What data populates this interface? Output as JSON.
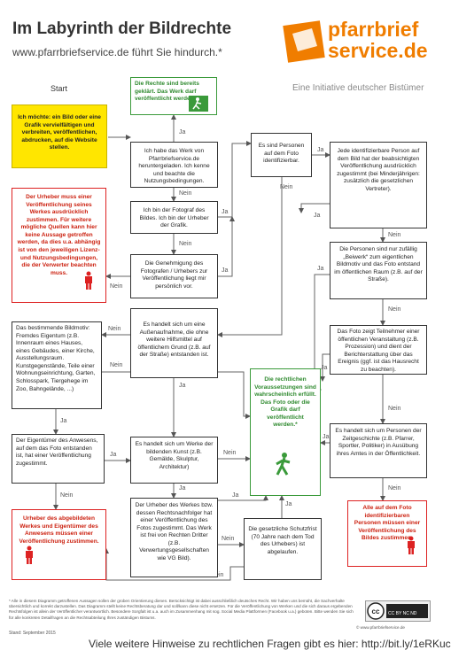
{
  "header": {
    "title": "Im Labyrinth der Bildrechte",
    "subtitle": "www.pfarrbriefservice.de führt Sie hindurch.*"
  },
  "logo": {
    "line1": "pfarrbrief",
    "line2": "service.de",
    "tagline": "Eine Initiative deutscher Bistümer"
  },
  "start_label": "Start",
  "boxes": {
    "start": "Ich möchte: ein Bild oder eine Grafik vervielfältigen und verbreiten, veröffentlichen, abdrucken, auf die Website stellen.",
    "geklaert": "Die Rechte sind bereits geklärt. Das Werk darf veröffentlicht werden.",
    "heruntergeladen": "Ich habe das Werk von Pfarrbriefservice.de heruntergeladen. Ich kenne und beachte die Nutzungsbedingungen.",
    "fotograf": "Ich bin der Fotograf des Bildes. Ich bin der Urheber der Grafik.",
    "genehmigung": "Die Genehmigung des Fotografen / Urhebers zur Veröffentlichung liegt mir persönlich vor.",
    "urheber_zustimmung": "Der Urheber muss einer Veröffentlichung seines Werkes ausdrücklich zustimmen. Für weitere mögliche Quellen kann hier keine Aussage getroffen werden, da dies u.a. abhängig ist von den jeweiligen Lizenz- und Nutzungsbedingungen, die der Verwerter beachten muss.",
    "personen_identifizierbar": "Es sind Personen auf dem Foto identifizierbar.",
    "jede_person": "Jede identifizierbare Person auf dem Bild hat der beabsichtigten Veröffentlichung ausdrücklich zugestimmt (bei Minderjährigen: zusätzlich die gesetzlichen Vertreter).",
    "beiwerk": "Die Personen sind nur zufällig „Beiwerk“ zum eigentlichen Bildmotiv und das Foto entstand im öffentlichen Raum (z.B. auf der Straße).",
    "versammlung": "Das Foto zeigt Teilnehmer einer öffentlichen Veranstaltung (z.B. Prozession) und dient der Berichterstattung über das Ereignis (ggf. ist das Hausrecht zu beachten).",
    "zeitgeschichte": "Es handelt sich um Personen der Zeitgeschichte (z.B. Pfarrer, Sportler, Politiker) in Ausübung ihres Amtes in der Öffentlichkeit.",
    "alle_zustimmen": "Alle auf dem Foto identifizierbaren Personen müssen einer Veröffentlichung des Bildes zustimmen.",
    "aussenaufnahme": "Es handelt sich um eine Außenaufnahme, die ohne weitere Hilfsmittel auf öffentlichem Grund (z.B. auf der Straße) entstanden ist.",
    "bestimmende": "Das bestimmende Bildmotiv: Fremdes Eigentum (z.B. Innenraum eines Hauses, eines Gebäudes, einer Kirche, Ausstellungsraum. Kunstgegenstände, Teile einer Wohnungseinrichtung, Garten, Schlosspark, Tiergehege im Zoo, Bahngelände, ...)",
    "voraussetzungen": "Die rechtlichen Voraussetzungen sind wahrscheinlich erfüllt. Das Foto oder die Grafik darf veröffentlicht werden.*",
    "eigentuemer": "Der Eigentümer des Anwesens, auf dem das Foto entstanden ist, hat einer Veröffentlichung zugestimmt.",
    "kunst": "Es handelt sich um Werke der bildenden Kunst (z.B. Gemälde, Skulptur, Architektur)",
    "urheber_abgebildet": "Urheber des abgebildeten Werkes und Eigentümer des Anwesens müssen einer Veröffentlichung zustimmen.",
    "rechtsnachfolger": "Der Urheber des Werkes bzw. dessen Rechtsnachfolger hat einer Veröffentlichung des Fotos zugestimmt. Das Werk ist frei von Rechten Dritter (z.B. Verwertungsgesellschaften wie VG Bild).",
    "schutzfrist": "Die gesetzliche Schutzfrist (70 Jahre nach dem Tod des Urhebers) ist abgelaufen."
  },
  "labels": {
    "ja": "Ja",
    "nein": "Nein"
  },
  "footer": {
    "footnote": "* Alle in diesem Diagramm getroffenen Aussagen sollen der groben Orientierung dienen. Berücksichtigt ist dabei ausschließlich deutsches Recht. Wir haben uns bemüht, die Sachverhalte übersichtlich und korrekt darzustellen. Das Diagramm stellt keine Rechtsberatung dar und soll/kann diese nicht ersetzen. Für die Veröffentlichung von Werken und die sich daraus ergebenden Rechtsfolgen ist allein der Veröffentlicher verantwortlich. Besondere Sorgfalt ist u.a. auch im Zusammenhang mit sog. Social Media Plattformen (Facebook u.a.) geboten. Bitte wenden Sie sich für alle konkreten Detailfragen an die Rechtsabteilung Ihres zuständigen Bistums.",
    "stand": "Stand: September 2015",
    "copyright": "© www.pfarrbriefservice.de",
    "cc": "CC BY NC ND",
    "link": "Viele weitere Hinweise zu rechtlichen Fragen gibt es hier: http://bit.ly/1eRKuc"
  },
  "colors": {
    "yellow": "#ffe600",
    "green": "#3a9a3a",
    "red": "#d22222",
    "orange": "#f07d00"
  }
}
